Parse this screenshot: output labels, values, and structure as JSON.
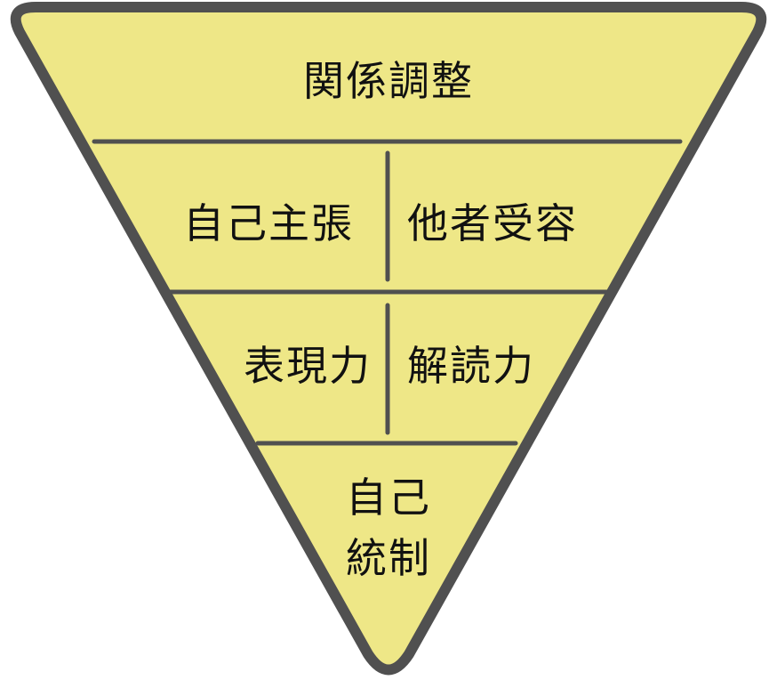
{
  "diagram": {
    "type": "inverted-pyramid",
    "colors": {
      "fill": "#EEE787",
      "stroke": "#505050",
      "text": "#111111"
    },
    "levels": [
      {
        "level": 1,
        "labels": [
          "関係調整"
        ]
      },
      {
        "level": 2,
        "labels": [
          "自己主張",
          "他者受容"
        ]
      },
      {
        "level": 3,
        "labels": [
          "表現力",
          "解読力"
        ]
      },
      {
        "level": 4,
        "labels": [
          "自己",
          "統制"
        ]
      }
    ]
  }
}
